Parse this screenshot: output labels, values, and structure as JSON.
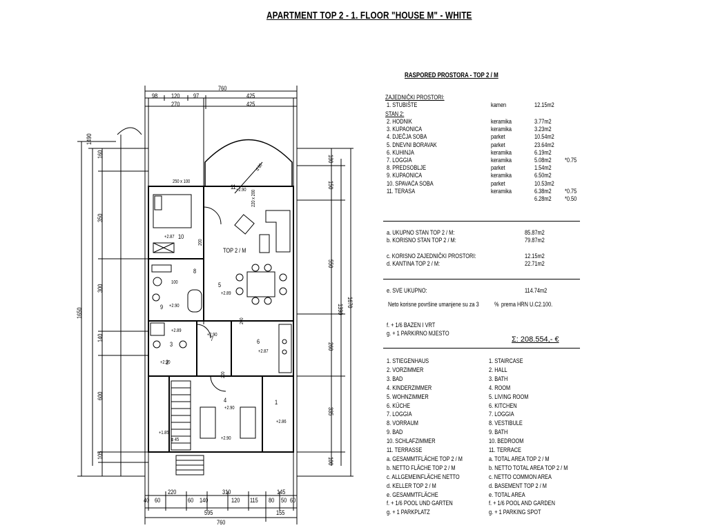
{
  "title": "APARTMENT TOP 2 - 1. FLOOR \"HOUSE M\" - WHITE",
  "plan": {
    "top_label": "TOP 2 / M",
    "dims_top_outer": "760",
    "dims_top_row1": [
      "98",
      "120",
      "97",
      "425"
    ],
    "dims_top_row2": [
      "270",
      "425"
    ],
    "dims_left": [
      "1490",
      "160",
      "350",
      "300",
      "140",
      "600",
      "105",
      "1650"
    ],
    "dims_right": [
      "180",
      "150",
      "550",
      "1390",
      "1670",
      "260",
      "335",
      "100"
    ],
    "dims_bottom_row1": [
      "40",
      "60",
      "220",
      "60",
      "140",
      "310",
      "120",
      "115",
      "80",
      "145",
      "50",
      "60"
    ],
    "dims_bottom_row2": [
      "595",
      "155"
    ],
    "dims_bottom_outer": "760",
    "room_numbers": [
      "11",
      "10",
      "9",
      "8",
      "7",
      "6",
      "5",
      "4",
      "3",
      "2",
      "1"
    ],
    "levels": [
      "+2.90",
      "+2.87",
      "+2.90",
      "+2.89",
      "+2.90",
      "+2.87",
      "+2.89",
      "+2.90",
      "+2.90",
      "+2.86",
      "+1.85",
      "+2.90"
    ],
    "misc_labels": [
      "250 x 100",
      "200",
      "100",
      "200",
      "200",
      "220 x 200",
      "d 60",
      "ϕ 45"
    ]
  },
  "schedule": {
    "heading": "RASPORED PROSTORA - TOP 2 / M",
    "common_heading": "ZAJEDNIČKI PROSTORI:",
    "common_rows": [
      {
        "name": "1. STUBIŠTE",
        "material": "kamen",
        "area": "12.15m2",
        "note": ""
      }
    ],
    "flat_heading": "STAN 2:",
    "flat_rows": [
      {
        "name": "2. HODNIK",
        "material": "keramika",
        "area": "3.77m2",
        "note": ""
      },
      {
        "name": "3. KUPAONICA",
        "material": "keramika",
        "area": "3.23m2",
        "note": ""
      },
      {
        "name": "4. DJEČJA SOBA",
        "material": "parket",
        "area": "10.54m2",
        "note": ""
      },
      {
        "name": "5. DNEVNI BORAVAK",
        "material": "parket",
        "area": "23.64m2",
        "note": ""
      },
      {
        "name": "6. KUHINJA",
        "material": "keramika",
        "area": "6.19m2",
        "note": ""
      },
      {
        "name": "7. LOGGIA",
        "material": "keramika",
        "area": "5.08m2",
        "note": "*0.75"
      },
      {
        "name": "8. PREDSOBLJE",
        "material": "parket",
        "area": "1.54m2",
        "note": ""
      },
      {
        "name": "9. KUPAONICA",
        "material": "keramika",
        "area": "6.50m2",
        "note": ""
      },
      {
        "name": "10. SPAVAĆA SOBA",
        "material": "parket",
        "area": "10.53m2",
        "note": ""
      },
      {
        "name": "11. TERASA",
        "material": "keramika",
        "area": "6.38m2",
        "note": "*0.75"
      },
      {
        "name": "",
        "material": "",
        "area": "6.28m2",
        "note": "*0.50"
      }
    ],
    "summary_rows": [
      {
        "label": "a. UKUPNO STAN TOP 2 / M:",
        "value": "85.87m2"
      },
      {
        "label": "b. KORISNO STAN TOP 2 / M:",
        "value": "79.87m2"
      },
      {
        "label": "c. KORISNO ZAJEDNIČKI PROSTORI:",
        "value": "12.15m2"
      },
      {
        "label": "d. KANTINA TOP 2 / M:",
        "value": "22.71m2"
      }
    ],
    "total_label": "e. SVE UKUPNO:",
    "total_value": "114.74m2",
    "note_label": "Neto korisne površine umanjene su za 3",
    "note_pct": "%",
    "note_ref": "prema HRN U.C2.100.",
    "extra_rows": [
      "f. + 1/6 BAZEN I VRT",
      "g. + 1 PARKIRNO MJESTO"
    ],
    "price": "Σ: 208.554,- €"
  },
  "legend": {
    "german": [
      "1. STIEGENHAUS",
      "2. VORZIMMER",
      "3. BAD",
      "4. KINDERZIMMER",
      "5. WOHNZIMMER",
      "6. KÜCHE",
      "7. LOGGIA",
      "8. VORRAUM",
      "9. BAD",
      "10. SCHLAFZIMMER",
      "11. TERRASSE",
      "a. GESAMMTFLÄCHE TOP 2 / M",
      "b. NETTO FLÄCHE TOP 2 / M",
      "c. ALLGEMEINFLÄCHE NETTO",
      "d. KELLER TOP 2 / M",
      "e. GESAMMTFLÄCHE",
      "f. + 1/6 POOL UND GARTEN",
      "g. + 1 PARKPLATZ"
    ],
    "english": [
      "1. STAIRCASE",
      "2. HALL",
      "3. BATH",
      "4. ROOM",
      "5. LIVING ROOM",
      "6. KITCHEN",
      "7. LOGGIA",
      "8. VESTIBULE",
      "9. BATH",
      "10. BEDROOM",
      "11. TERRACE",
      "a. TOTAL AREA TOP 2 / M",
      "b. NETTO TOTAL AREA TOP 2 / M",
      "c. NETTO COMMON AREA",
      "d. BASEMENT TOP 2 / M",
      "e. TOTAL AREA",
      "f. + 1/6 POOL AND GARDEN",
      "g. + 1 PARKING SPOT"
    ]
  }
}
